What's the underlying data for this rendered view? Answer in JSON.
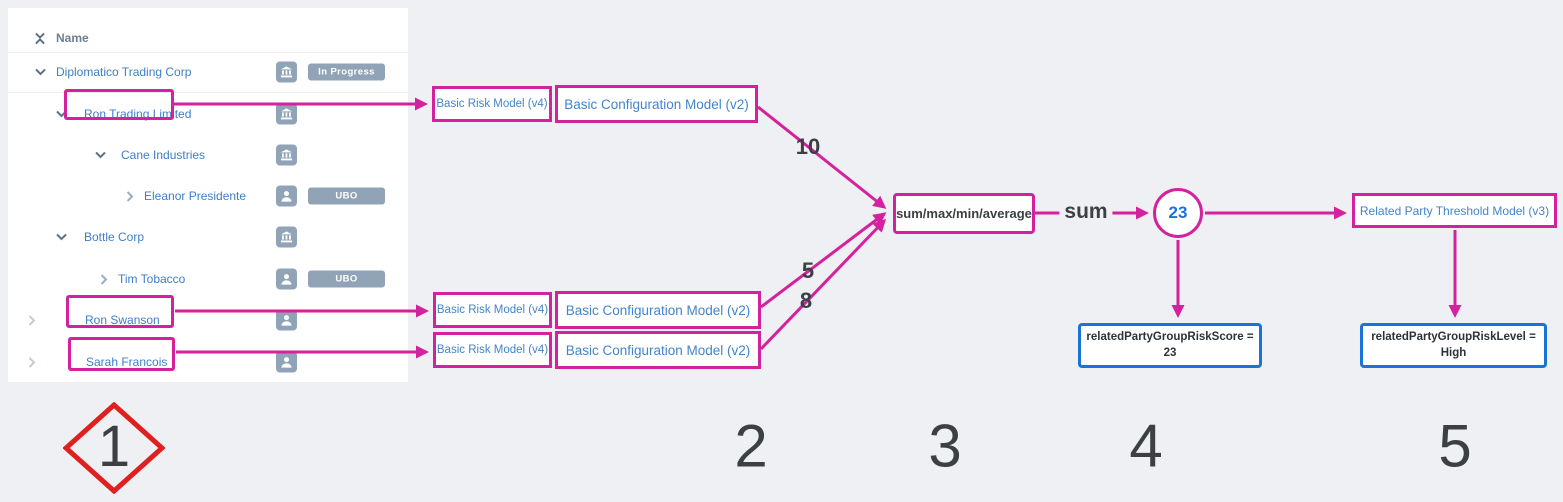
{
  "panel": {
    "header": {
      "name_label": "Name"
    },
    "rows": [
      {
        "label": "Diplomatico Trading Corp",
        "type": "company",
        "badge": "In Progress"
      },
      {
        "label": "Ron Trading Limited",
        "type": "company"
      },
      {
        "label": "Cane Industries",
        "type": "company"
      },
      {
        "label": "Eleanor Presidente",
        "type": "person",
        "badge": "UBO"
      },
      {
        "label": "Bottle Corp",
        "type": "company"
      },
      {
        "label": "Tim Tobacco",
        "type": "person",
        "badge": "UBO"
      },
      {
        "label": "Ron Swanson",
        "type": "person"
      },
      {
        "label": "Sarah Francois",
        "type": "person"
      }
    ]
  },
  "models": {
    "pairs": [
      {
        "risk": "Basic Risk Model (v4)",
        "config": "Basic Configuration Model (v2)"
      },
      {
        "risk": "Basic Risk Model (v4)",
        "config": "Basic Configuration Model (v2)"
      },
      {
        "risk": "Basic Risk Model (v4)",
        "config": "Basic Configuration Model (v2)"
      }
    ]
  },
  "flow": {
    "aggregator_label": "sum/max/min/average",
    "input_weights": [
      "10",
      "5",
      "8"
    ],
    "operation_label": "sum",
    "result_value": "23",
    "threshold_model_label": "Related Party Threshold Model (v3)",
    "score_output": "relatedPartyGroupRiskScore = 23",
    "level_output": "relatedPartyGroupRiskLevel = High"
  },
  "steps": [
    "1",
    "2",
    "3",
    "4",
    "5"
  ],
  "colors": {
    "accent_magenta": "#d4219e",
    "output_blue_border": "#1a73d8",
    "link_blue_text": "#3f7ec8",
    "icon_badge_gray": "#91a3b7",
    "step_red_diamond": "#e01f1f",
    "dark_text": "#3b4045",
    "background": "#eef0f3"
  }
}
